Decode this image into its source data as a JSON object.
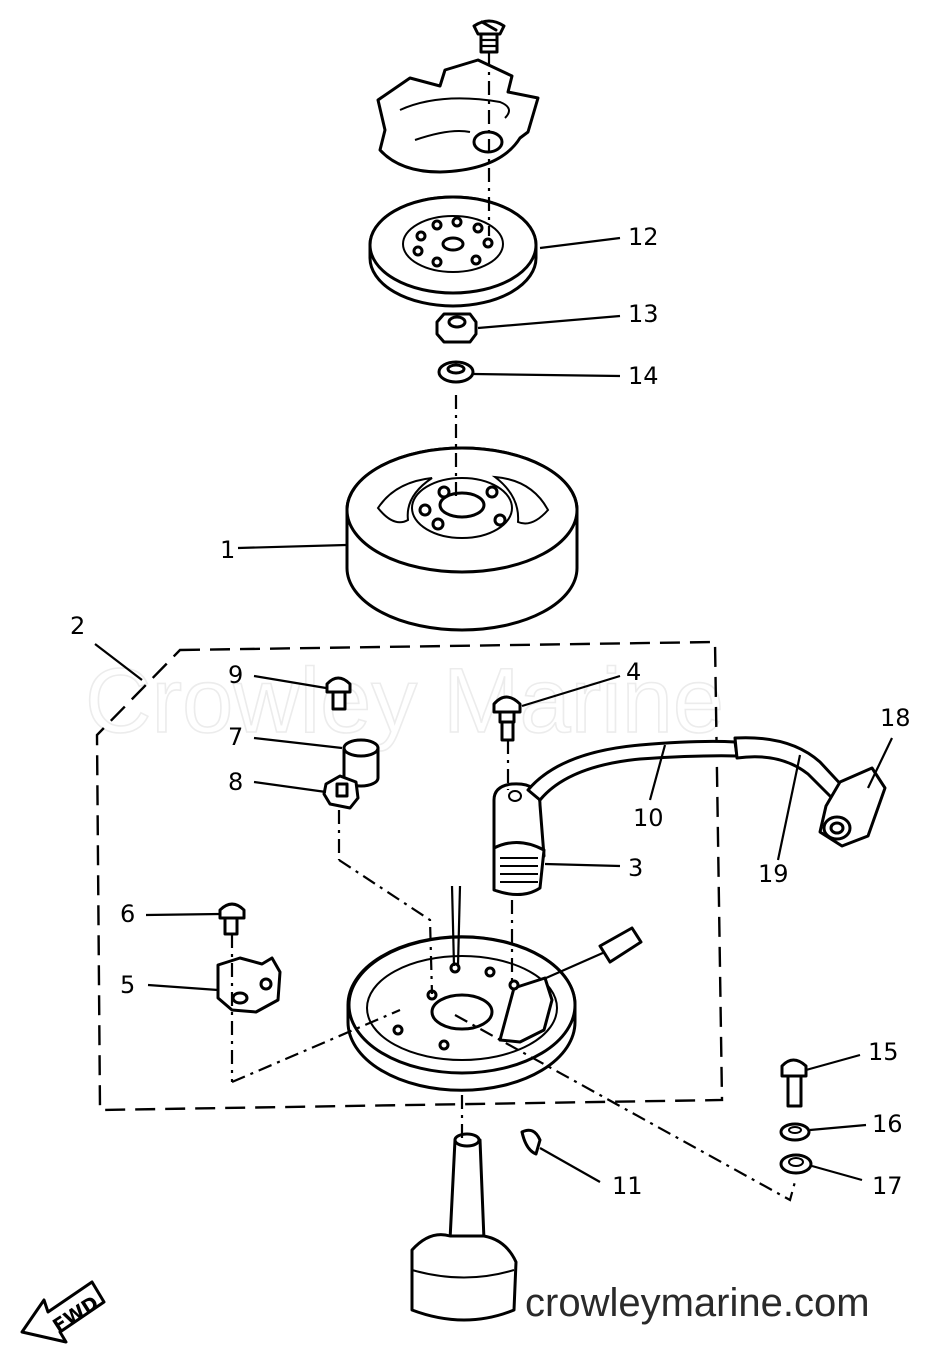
{
  "watermark": "Crowley Marine",
  "site_url": "crowleymarine.com",
  "direction_label": "FWD",
  "callouts": [
    {
      "id": "1",
      "label": "1"
    },
    {
      "id": "2",
      "label": "2"
    },
    {
      "id": "3",
      "label": "3"
    },
    {
      "id": "4",
      "label": "4"
    },
    {
      "id": "5",
      "label": "5"
    },
    {
      "id": "6",
      "label": "6"
    },
    {
      "id": "7",
      "label": "7"
    },
    {
      "id": "8",
      "label": "8"
    },
    {
      "id": "9",
      "label": "9"
    },
    {
      "id": "10",
      "label": "10"
    },
    {
      "id": "11",
      "label": "11"
    },
    {
      "id": "12",
      "label": "12"
    },
    {
      "id": "13",
      "label": "13"
    },
    {
      "id": "14",
      "label": "14"
    },
    {
      "id": "15",
      "label": "15"
    },
    {
      "id": "16",
      "label": "16"
    },
    {
      "id": "17",
      "label": "17"
    },
    {
      "id": "18",
      "label": "18"
    },
    {
      "id": "19",
      "label": "19"
    }
  ]
}
